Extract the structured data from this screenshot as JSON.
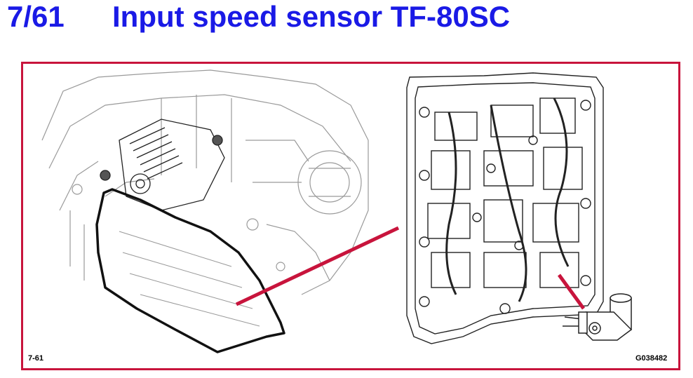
{
  "header": {
    "slide_number": "7/61",
    "title": "Input speed sensor TF-80SC"
  },
  "figure": {
    "figure_label": "7-61",
    "image_code": "G038482"
  },
  "colors": {
    "title": "#1a1ae6",
    "frame": "#c8143c",
    "callout_line": "#c8143c"
  }
}
